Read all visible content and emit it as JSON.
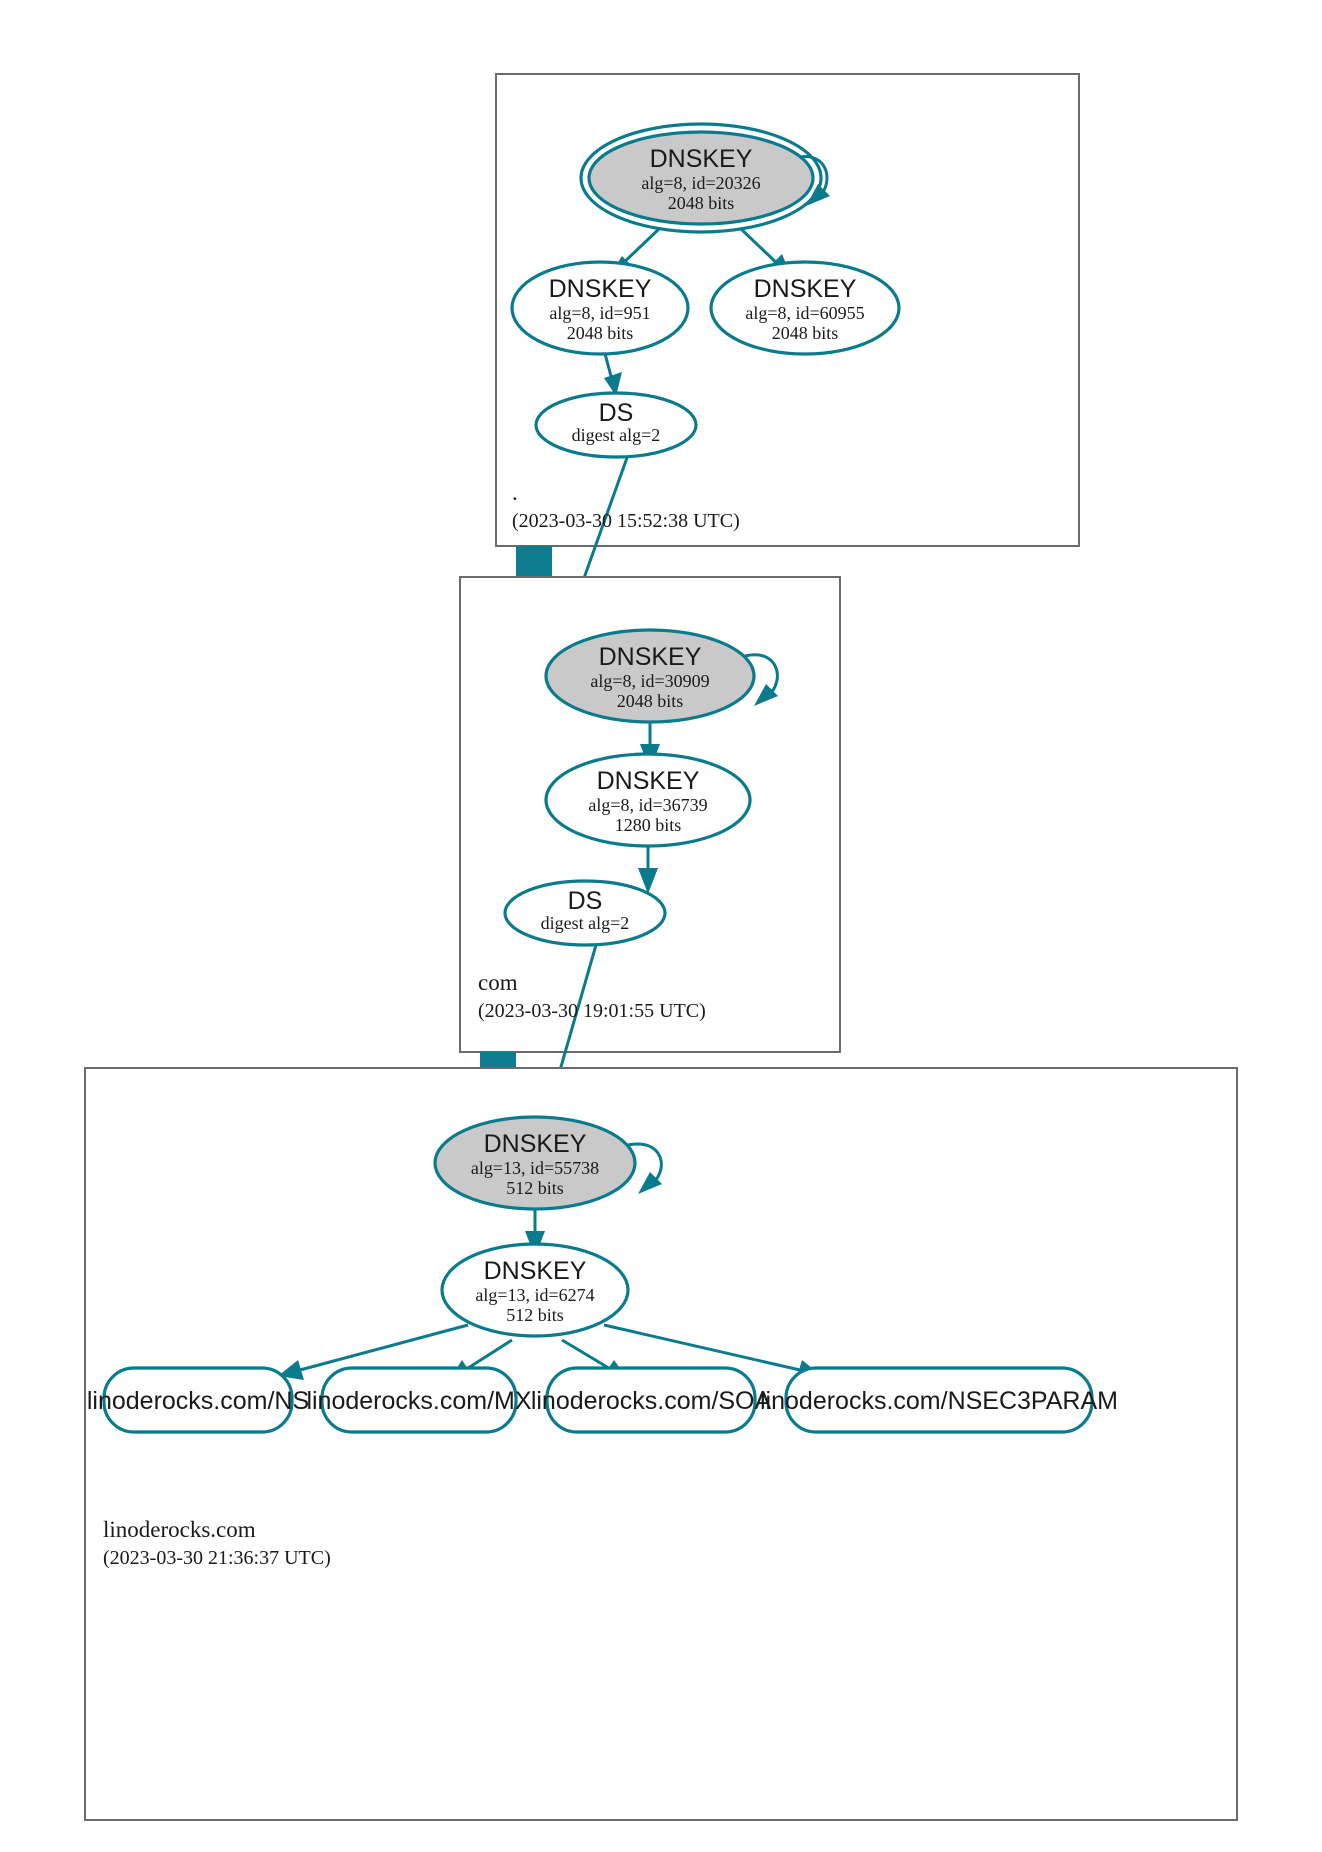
{
  "diagram": {
    "kind": "dnssec-authentication-chain",
    "colors": {
      "accent": "#0a7b8c",
      "secure_entry_fill": "#c9c9c9",
      "zone_border": "#6b6b6b",
      "background": "#ffffff",
      "text": "#1a1a1a"
    }
  },
  "zones": [
    {
      "name": "root",
      "label": ".",
      "timestamp": "(2023-03-30 15:52:38 UTC)",
      "nodes": {
        "ksk": {
          "type": "DNSKEY",
          "title": "DNSKEY",
          "params": "alg=8, id=20326",
          "size": "2048 bits",
          "alg": 8,
          "id": 20326,
          "bits": 2048,
          "trust_anchor": true,
          "secure_entry_point": true
        },
        "zsk_left": {
          "type": "DNSKEY",
          "title": "DNSKEY",
          "params": "alg=8, id=951",
          "size": "2048 bits",
          "alg": 8,
          "id": 951,
          "bits": 2048,
          "trust_anchor": false,
          "secure_entry_point": false
        },
        "zsk_right": {
          "type": "DNSKEY",
          "title": "DNSKEY",
          "params": "alg=8, id=60955",
          "size": "2048 bits",
          "alg": 8,
          "id": 60955,
          "bits": 2048,
          "trust_anchor": false,
          "secure_entry_point": false
        },
        "ds": {
          "type": "DS",
          "title": "DS",
          "params": "digest alg=2",
          "digest_alg": 2
        }
      }
    },
    {
      "name": "com",
      "label": "com",
      "timestamp": "(2023-03-30 19:01:55 UTC)",
      "nodes": {
        "ksk": {
          "type": "DNSKEY",
          "title": "DNSKEY",
          "params": "alg=8, id=30909",
          "size": "2048 bits",
          "alg": 8,
          "id": 30909,
          "bits": 2048,
          "trust_anchor": false,
          "secure_entry_point": true
        },
        "zsk": {
          "type": "DNSKEY",
          "title": "DNSKEY",
          "params": "alg=8, id=36739",
          "size": "1280 bits",
          "alg": 8,
          "id": 36739,
          "bits": 1280,
          "trust_anchor": false,
          "secure_entry_point": false
        },
        "ds": {
          "type": "DS",
          "title": "DS",
          "params": "digest alg=2",
          "digest_alg": 2
        }
      }
    },
    {
      "name": "linoderocks.com",
      "label": "linoderocks.com",
      "timestamp": "(2023-03-30 21:36:37 UTC)",
      "nodes": {
        "ksk": {
          "type": "DNSKEY",
          "title": "DNSKEY",
          "params": "alg=13, id=55738",
          "size": "512 bits",
          "alg": 13,
          "id": 55738,
          "bits": 512,
          "trust_anchor": false,
          "secure_entry_point": true
        },
        "zsk": {
          "type": "DNSKEY",
          "title": "DNSKEY",
          "params": "alg=13, id=6274",
          "size": "512 bits",
          "alg": 13,
          "id": 6274,
          "bits": 512,
          "trust_anchor": false,
          "secure_entry_point": false
        }
      },
      "rrsets": [
        {
          "label": "linoderocks.com/NS"
        },
        {
          "label": "linoderocks.com/MX"
        },
        {
          "label": "linoderocks.com/SOA"
        },
        {
          "label": "linoderocks.com/NSEC3PARAM"
        }
      ]
    }
  ]
}
